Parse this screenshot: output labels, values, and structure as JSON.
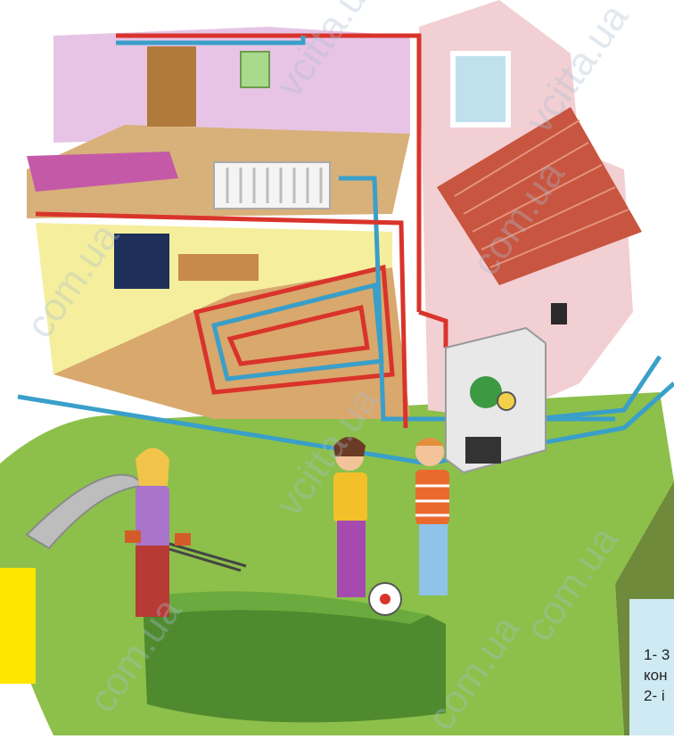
{
  "caption": {
    "line1": "1- 3",
    "line2": "кон",
    "line3": "2- і"
  },
  "watermarks": [
    "vcitta.ua",
    "com.ua",
    "com.ua",
    "vcitta.ua",
    "com.ua",
    "vcitta.ua",
    "com.ua",
    "com.ua"
  ],
  "colors": {
    "hot_pipe": "#d9342b",
    "cold_pipe": "#3a9fc9",
    "lawn": "#8cc04a",
    "wall": "#f2cfd3",
    "roof": "#c8553f",
    "accent_tab": "#ffe600",
    "caption_bg": "#cfeaf3"
  }
}
